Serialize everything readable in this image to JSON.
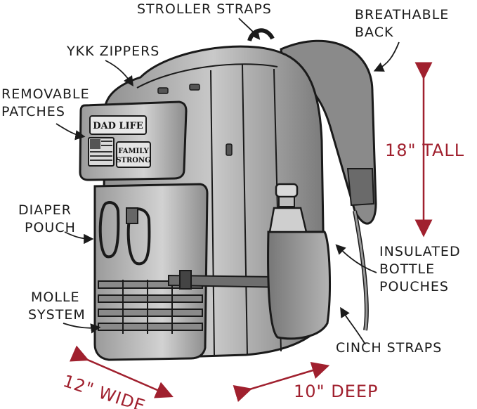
{
  "labels": {
    "stroller_straps": "STROLLER STRAPS",
    "breathable_back": [
      "BREATHABLE",
      "BACK"
    ],
    "ykk_zippers": "YKK ZIPPERS",
    "removable_patches": [
      "REMOVABLE",
      "PATCHES"
    ],
    "diaper_pouch": [
      "DIAPER",
      "POUCH"
    ],
    "molle_system": [
      "MOLLE",
      "SYSTEM"
    ],
    "insulated_bottle_pouches": [
      "INSULATED",
      "BOTTLE",
      "POUCHES"
    ],
    "cinch_straps": "CINCH STRAPS"
  },
  "dimensions": {
    "tall": "18\" TALL",
    "wide": "12\" WIDE",
    "deep": "10\" DEEP"
  },
  "patches": {
    "top": "DAD LIFE",
    "bottom": [
      "FAMILY",
      "STRONG"
    ]
  },
  "colors": {
    "dimension": "#a0202e",
    "ink": "#1b1b1b"
  }
}
